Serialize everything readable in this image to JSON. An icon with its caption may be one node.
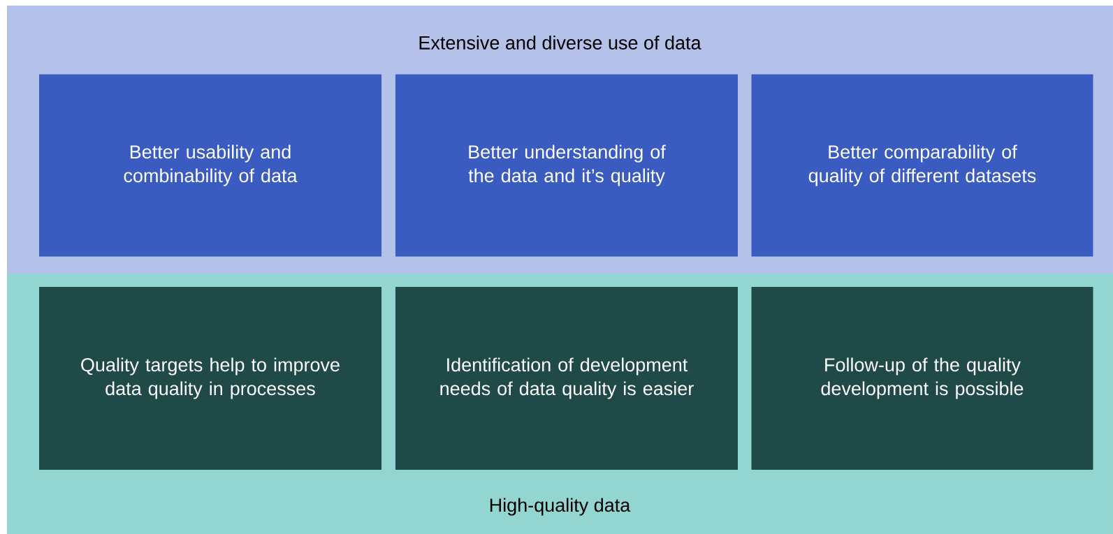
{
  "diagram": {
    "nodes": [
      {
        "text": [
          "Extensive and diverse use of data"
        ]
      },
      {
        "text": [
          "Better usability and combinability of data"
        ],
        "in": 0
      },
      {
        "text": [
          "Better understanding of the data and it’s quality"
        ],
        "in": 0
      },
      {
        "text": [
          "Better comparability of quality of different datasets"
        ],
        "in": 0
      },
      {
        "text": [
          "High-quality data"
        ]
      },
      {
        "text": [
          "Quality targets help to improve data quality in processes"
        ],
        "in": 4
      },
      {
        "text": [
          "Identification of development needs of data quality is easier"
        ],
        "in": 4
      },
      {
        "text": [
          "Follow-up of the quality development is possible"
        ],
        "in": 4
      }
    ]
  }
}
